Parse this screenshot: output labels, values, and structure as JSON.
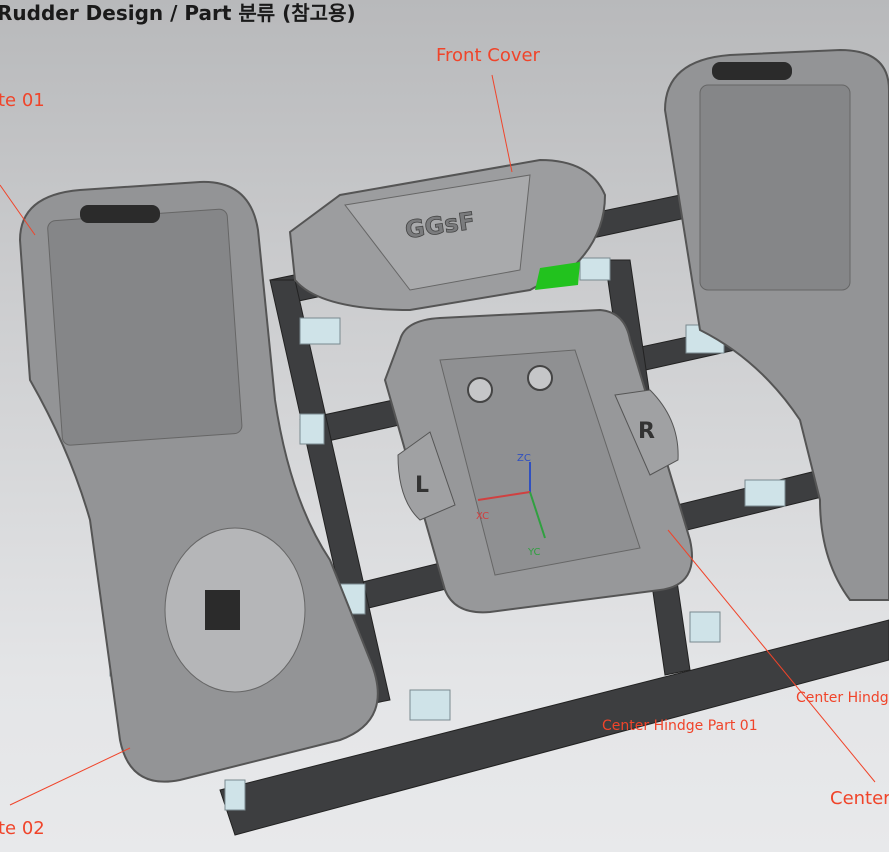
{
  "title": "Rudder Design / Part 분류 (참고용)",
  "labels": {
    "plate_01": "te 01",
    "front_cover": "Front Cover",
    "center_hinge_02": "Center Hindg",
    "center_hinge_01": "Center Hindge Part 01",
    "center": "Center",
    "plate_02": "te 02"
  },
  "model": {
    "logo": "GGsF",
    "left_button": "L",
    "right_button": "R"
  },
  "axes": {
    "z": "ZC",
    "x": "XC",
    "y": "YC"
  },
  "colors": {
    "label": "#f0442a",
    "part": "#8e8f91",
    "frame": "#3a3b3d",
    "bracket": "#cfe3e8"
  }
}
